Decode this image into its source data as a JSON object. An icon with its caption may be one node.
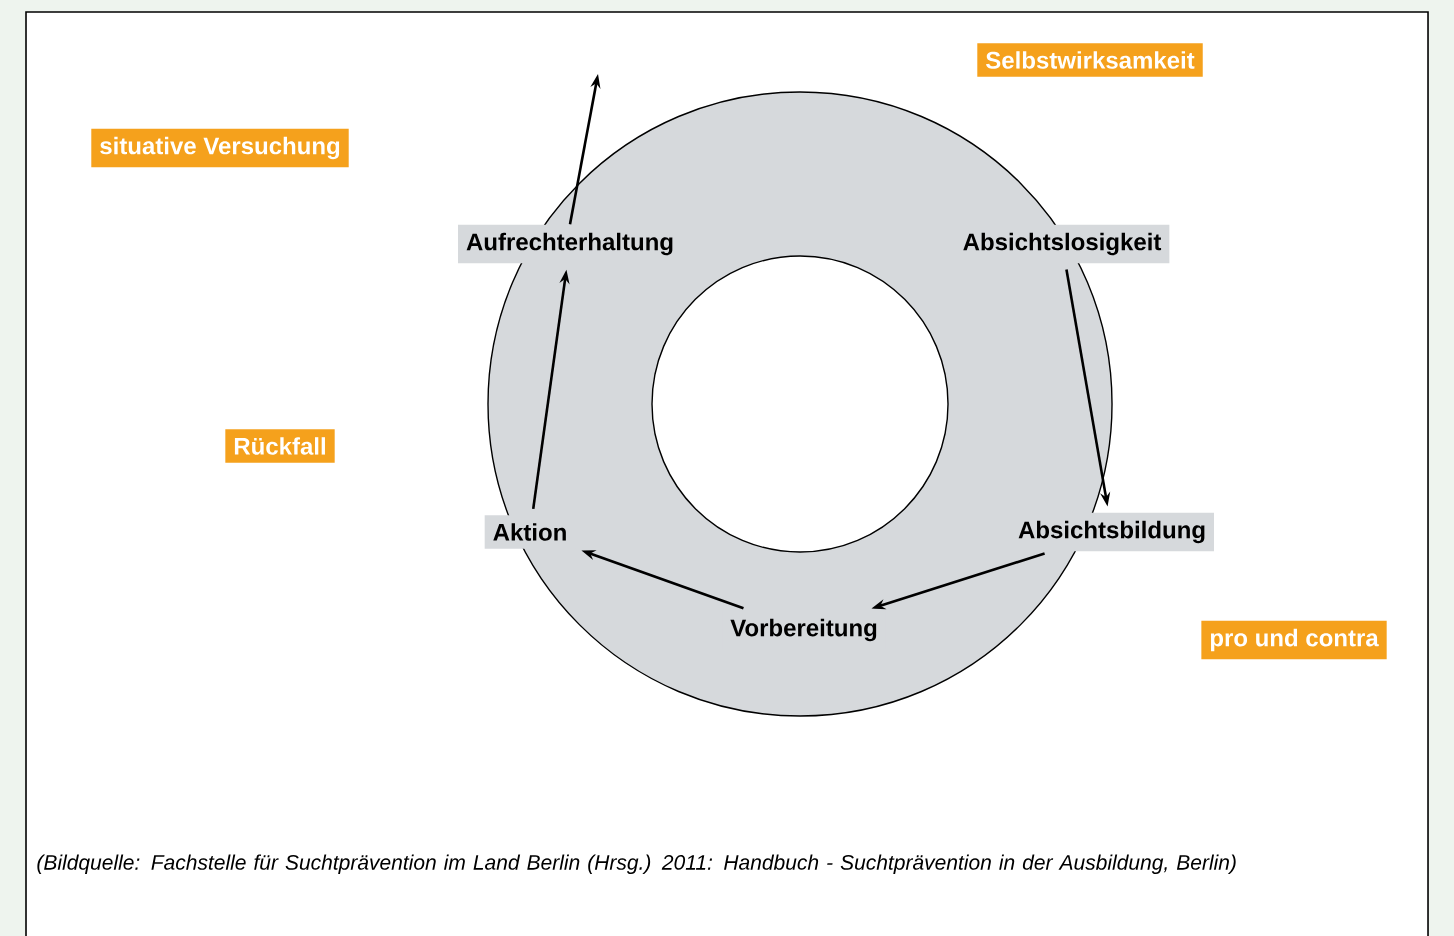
{
  "diagram": {
    "caption": "(Bildquelle: Fachstelle für Suchtprävention im Land Berlin (Hrsg.) 2011: Handbuch - Suchtprävention in der Ausbildung, Berlin)",
    "nodes": [
      {
        "text": [
          "Aufrechterhaltung"
        ]
      },
      {
        "text": [
          "Absichtslosigkeit"
        ]
      },
      {
        "text": [
          "Absichtsbildung"
        ]
      },
      {
        "text": [
          "Vorbereitung"
        ]
      },
      {
        "text": [
          "Aktion"
        ]
      },
      {
        "text": [
          "Selbstwirksamkeit"
        ]
      },
      {
        "text": [
          "situative Versuchung"
        ]
      },
      {
        "text": [
          "Rückfall"
        ]
      },
      {
        "text": [
          "pro und contra"
        ]
      }
    ],
    "edges": [
      {
        "from": 1,
        "to": 2,
        "arrow": "to"
      },
      {
        "from": 2,
        "to": 3,
        "arrow": "to"
      },
      {
        "from": 3,
        "to": 4,
        "arrow": "to"
      },
      {
        "from": 4,
        "to": 0,
        "arrow": "to"
      },
      {
        "from": 0,
        "to": null,
        "arrow": "to"
      }
    ]
  }
}
